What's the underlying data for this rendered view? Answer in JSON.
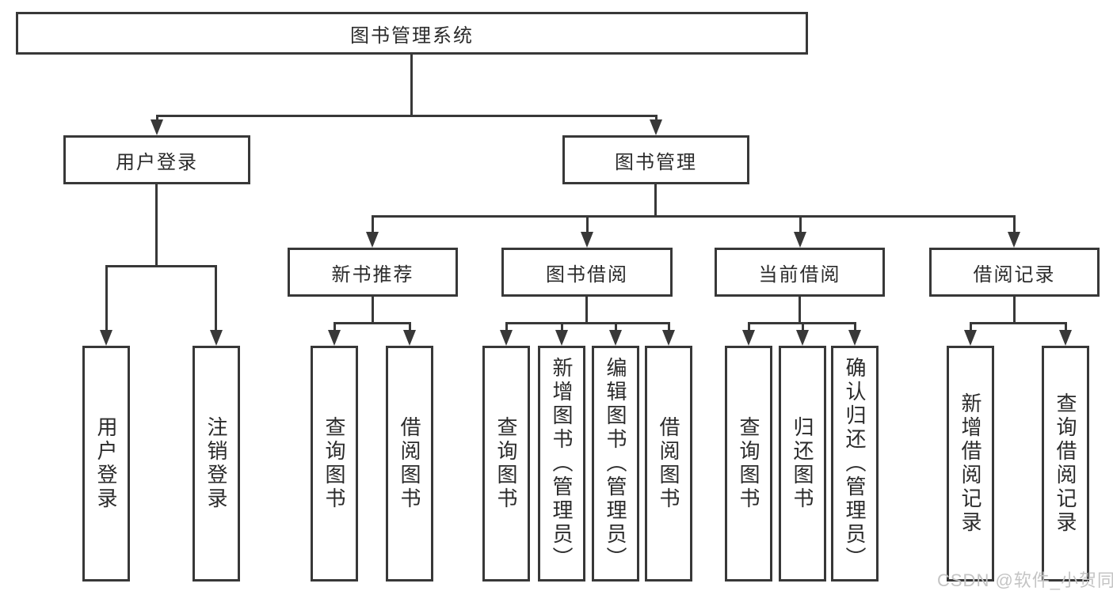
{
  "tree": {
    "root": {
      "label": "图书管理系统"
    },
    "branches": [
      {
        "label": "用户登录",
        "leaves": [
          {
            "label": "用户登录"
          },
          {
            "label": "注销登录"
          }
        ]
      },
      {
        "label": "图书管理",
        "groups": [
          {
            "label": "新书推荐",
            "leaves": [
              {
                "label": "查询图书"
              },
              {
                "label": "借阅图书"
              }
            ]
          },
          {
            "label": "图书借阅",
            "leaves": [
              {
                "label": "查询图书"
              },
              {
                "label": "新增图书（管理员）"
              },
              {
                "label": "编辑图书（管理员）"
              },
              {
                "label": "借阅图书"
              }
            ]
          },
          {
            "label": "当前借阅",
            "leaves": [
              {
                "label": "查询图书"
              },
              {
                "label": "归还图书"
              },
              {
                "label": "确认归还（管理员）"
              }
            ]
          },
          {
            "label": "借阅记录",
            "leaves": [
              {
                "label": "新增借阅记录"
              },
              {
                "label": "查询借阅记录"
              }
            ]
          }
        ]
      }
    ]
  },
  "watermark": {
    "text": "CSDN @软件_小贺同学"
  },
  "colors": {
    "line": "#383838",
    "text": "#2b2b2b",
    "watermark": "#c4c4c4",
    "background": "#ffffff"
  }
}
